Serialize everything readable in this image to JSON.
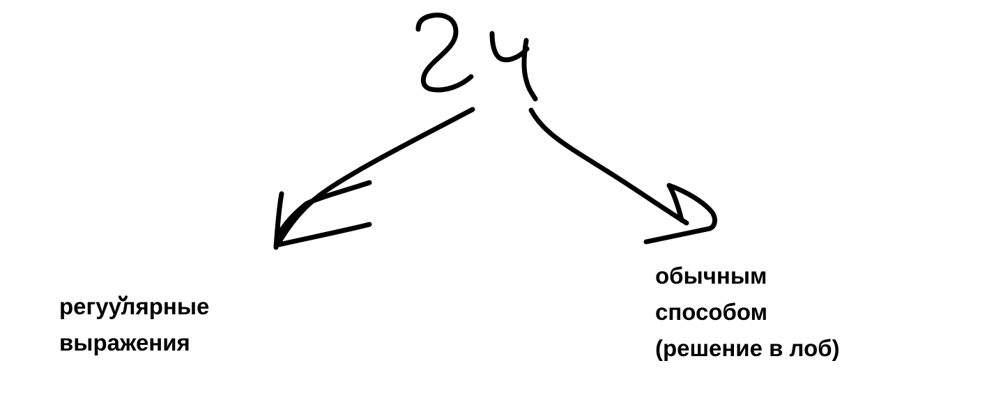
{
  "diagram": {
    "top_mark": "24",
    "left_branch": {
      "lines": [
        "регуулярные",
        "выражения"
      ]
    },
    "right_branch": {
      "lines": [
        "обычным",
        "способом",
        "(решение в лоб)"
      ]
    },
    "colors": {
      "background": "#ffffff",
      "ink": "#000000"
    }
  }
}
